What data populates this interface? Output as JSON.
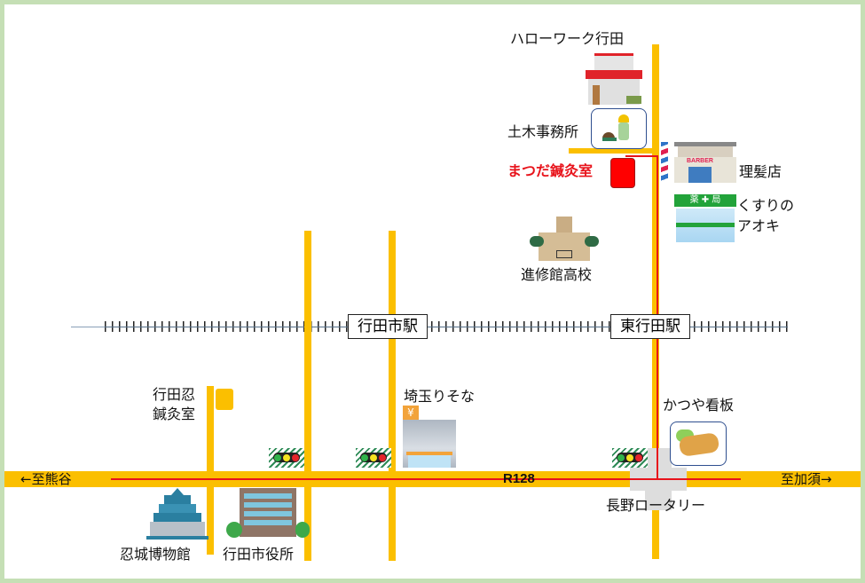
{
  "map": {
    "colors": {
      "road": "#fbbf00",
      "route": "#e8131b",
      "frame": "#c5dfb5",
      "clinic": "#e8131b"
    },
    "highway_label": "R128",
    "direction_left": "←至熊谷",
    "direction_right": "至加須→",
    "stations": {
      "gyoda_city": "行田市駅",
      "higashi_gyoda": "東行田駅"
    },
    "landmarks": {
      "hello_work": "ハローワーク行田",
      "civil_office": "土木事務所",
      "clinic": "まつだ鍼灸室",
      "barber": "理髪店",
      "barber_sign": "BARBER",
      "pharmacy_line1": "くすりの",
      "pharmacy_line2": "アオキ",
      "pharmacy_sign": "薬 ✚ 局",
      "high_school": "進修館高校",
      "oshi_clinic_line1": "行田忍",
      "oshi_clinic_line2": "鍼灸室",
      "bank": "埼玉りそな",
      "bank_symbol": "¥",
      "katsuya": "かつや看板",
      "rotary": "長野ロータリー",
      "museum": "忍城博物館",
      "city_hall": "行田市役所"
    }
  }
}
